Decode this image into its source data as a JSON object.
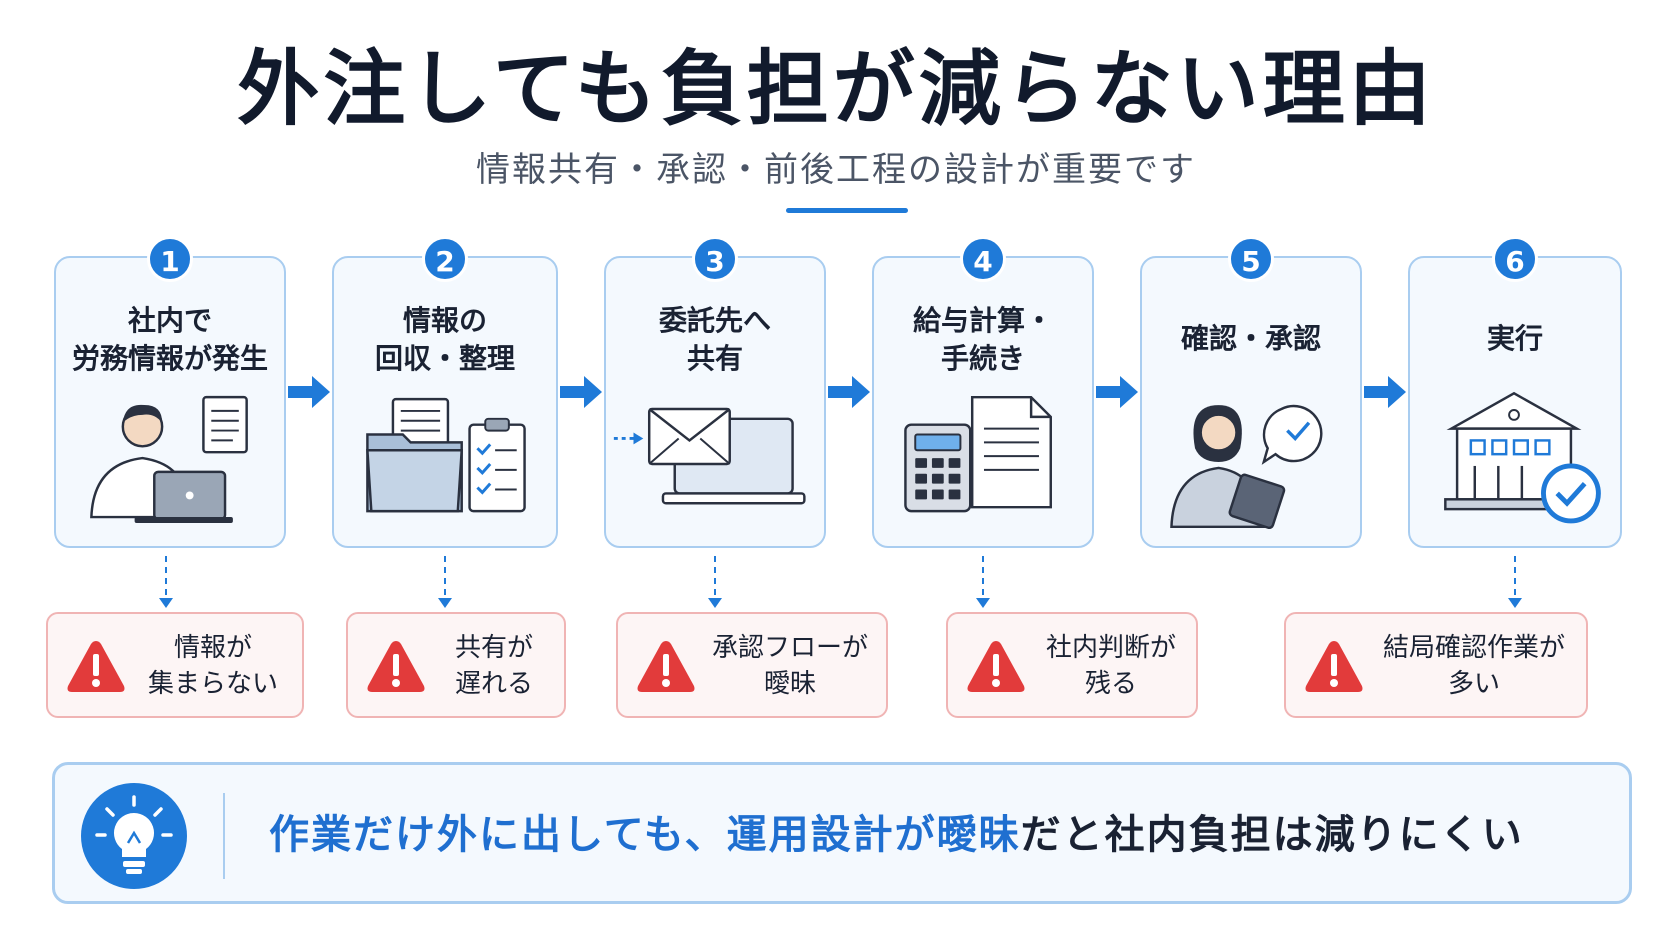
{
  "header": {
    "title": "外注しても負担が減らない理由",
    "subtitle": "情報共有・承認・前後工程の設計が重要です"
  },
  "steps": [
    {
      "number": "1",
      "label": "社内で\n労務情報が発生",
      "icon": "person-laptop-document-icon"
    },
    {
      "number": "2",
      "label": "情報の\n回収・整理",
      "icon": "folder-checklist-icon"
    },
    {
      "number": "3",
      "label": "委託先へ\n共有",
      "icon": "envelope-laptop-icon"
    },
    {
      "number": "4",
      "label": "給与計算・\n手続き",
      "icon": "calculator-document-icon"
    },
    {
      "number": "5",
      "label": "確認・承認",
      "icon": "person-tablet-check-bubble-icon"
    },
    {
      "number": "6",
      "label": "実行",
      "icon": "bank-check-icon"
    }
  ],
  "warnings": [
    {
      "text": "情報が\n集まらない"
    },
    {
      "text": "共有が\n遅れる"
    },
    {
      "text": "承認フローが\n曖昧"
    },
    {
      "text": "社内判断が\n残る"
    },
    {
      "text": "結局確認作業が\n多い"
    }
  ],
  "bottom": {
    "icon": "lightbulb-icon",
    "highlight": "作業だけ外に出しても、運用設計が曖昧",
    "rest": "だと社内負担は減りにくい"
  },
  "colors": {
    "accent": "#1f7ad8",
    "warning": "#e23b3b",
    "card_border": "#a9cdf0"
  }
}
